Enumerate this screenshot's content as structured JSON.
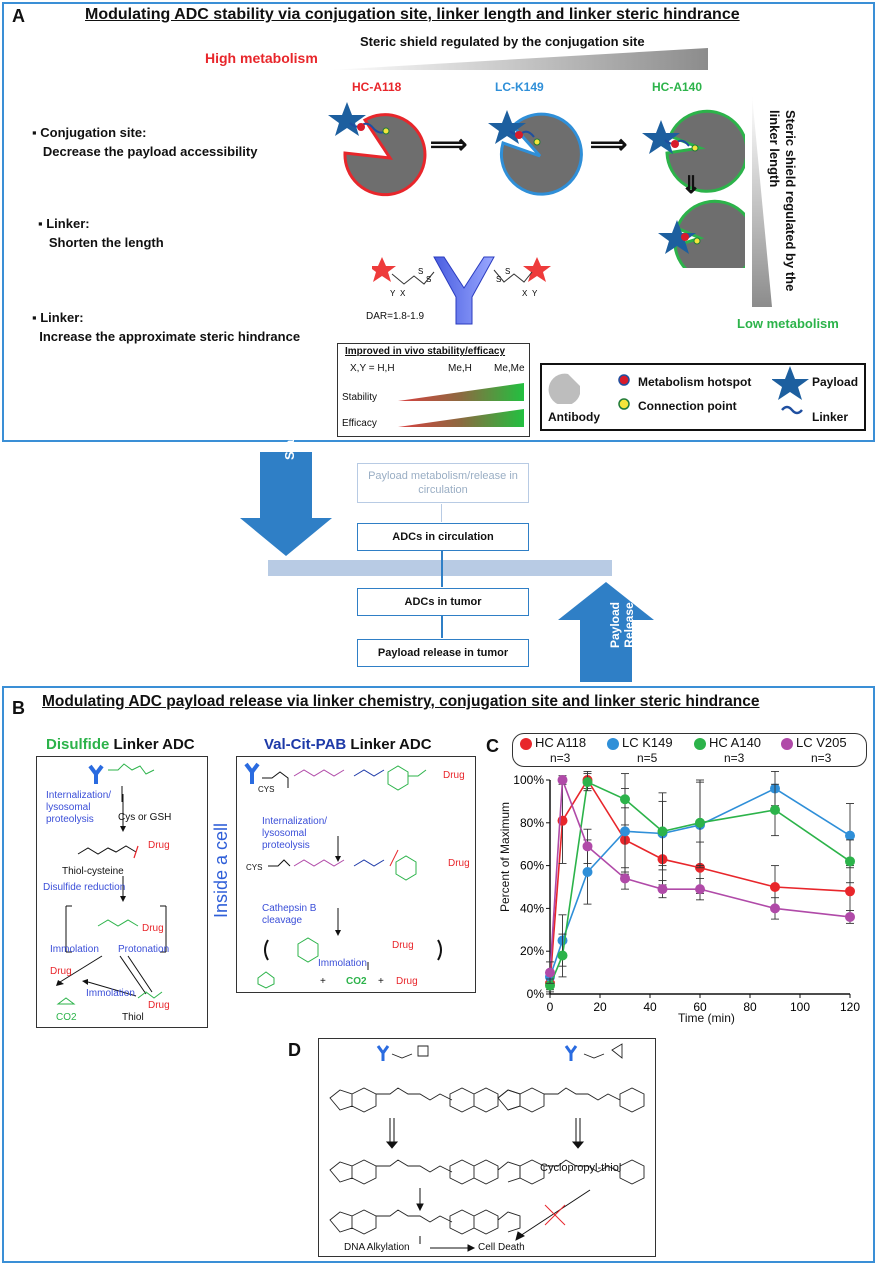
{
  "panel_a": {
    "label": "A",
    "title": "Modulating ADC stability via conjugation site, linker length and linker steric hindrance",
    "steric_site": "Steric shield regulated by the conjugation site",
    "high_metabolism": "High metabolism",
    "low_metabolism": "Low metabolism",
    "site1": "HC-A118",
    "site2": "LC-K149",
    "site3": "HC-A140",
    "bullet1_title": "Conjugation site:",
    "bullet1_text": "Decrease the payload accessibility",
    "bullet2_title": "Linker:",
    "bullet2_text": "Shorten the length",
    "bullet3_title": "Linker:",
    "bullet3_text": "Increase the approximate steric hindrance",
    "steric_linker": "Steric shield regulated by the linker length",
    "dar": "DAR=1.8-1.9",
    "improved_title": "Improved in vivo stability/efficacy",
    "xy_label": "X,Y  =  H,H",
    "mh": "Me,H",
    "mm": "Me,Me",
    "stability": "Stability",
    "efficacy": "Efficacy",
    "legend": {
      "antibody": "Antibody",
      "hotspot": "Metabolism hotspot",
      "connection": "Connection point",
      "payload": "Payload",
      "linker": "Linker"
    }
  },
  "flow": {
    "stability": "Stability",
    "payload_release": "Payload Release",
    "circ_release": "Payload metabolism/release in circulation",
    "in_circulation": "ADCs in circulation",
    "in_tumor": "ADCs in tumor",
    "release_tumor": "Payload release in tumor"
  },
  "panel_b": {
    "label": "B",
    "title": "Modulating ADC payload release via linker chemistry, conjugation site and linker steric hindrance",
    "disulfide_a": "Disulfide",
    "disulfide_b": " Linker ADC",
    "vcp_a": "Val-Cit-PAB",
    "vcp_b": " Linker ADC",
    "inside_cell": "Inside a cell",
    "drug": "Drug",
    "d_intern": "Internalization/ lysosomal proteolysis",
    "d_cys": "Cys or GSH",
    "d_thiolcys": "Thiol-cysteine",
    "d_reduction": "Disulfide reduction",
    "d_immolation": "Immolation",
    "d_protonation": "Protonation",
    "d_immolation2": "Immolation",
    "d_thiol": "Thiol",
    "d_co2": "CO2",
    "v_intern": "Internalization/ lysosomal proteolysis",
    "v_cathepsin": "Cathepsin B cleavage",
    "v_immolation": "Immolation",
    "v_co2": "CO2",
    "v_plus1": "+",
    "v_plus2": "+",
    "v_drug": "Drug",
    "v_cys": "CYS"
  },
  "panel_c": {
    "label": "C",
    "legend_items": [
      {
        "name": "HC A118",
        "n": "n=3",
        "color": "#e8262b"
      },
      {
        "name": "LC K149",
        "n": "n=5",
        "color": "#2f8fd8"
      },
      {
        "name": "HC A140",
        "n": "n=3",
        "color": "#2cb34a"
      },
      {
        "name": "LC V205",
        "n": "n=3",
        "color": "#b04aa8"
      }
    ]
  },
  "panel_d": {
    "label": "D",
    "cyclopropyl": "Cyclopropyl-thiol",
    "dna": "DNA Alkylation",
    "death": "Cell Death"
  },
  "chart_data": {
    "type": "line",
    "xlabel": "Time (min)",
    "ylabel": "Percent of Maximum",
    "xlim": [
      0,
      120
    ],
    "ylim": [
      0,
      100
    ],
    "xticks": [
      "0",
      "20",
      "40",
      "60",
      "80",
      "100",
      "120"
    ],
    "yticks": [
      "0%",
      "20%",
      "40%",
      "60%",
      "80%",
      "100%"
    ],
    "x": [
      0,
      5,
      15,
      30,
      45,
      60,
      90,
      120
    ],
    "series": [
      {
        "name": "HC A118",
        "color": "#e8262b",
        "values": [
          5,
          81,
          100,
          72,
          63,
          59,
          50,
          48
        ],
        "err": [
          3,
          20,
          4,
          15,
          12,
          12,
          10,
          12
        ]
      },
      {
        "name": "LC K149",
        "color": "#2f8fd8",
        "values": [
          8,
          25,
          57,
          76,
          75,
          79,
          96,
          74
        ],
        "err": [
          3,
          12,
          15,
          20,
          15,
          20,
          8,
          15
        ]
      },
      {
        "name": "HC A140",
        "color": "#2cb34a",
        "values": [
          4,
          18,
          99,
          91,
          76,
          80,
          86,
          62
        ],
        "err": [
          3,
          10,
          4,
          12,
          18,
          20,
          12,
          10
        ]
      },
      {
        "name": "LC V205",
        "color": "#b04aa8",
        "values": [
          10,
          100,
          69,
          54,
          49,
          49,
          40,
          36
        ],
        "err": [
          5,
          2,
          8,
          5,
          4,
          5,
          5,
          3
        ]
      }
    ],
    "grid": false,
    "legend_position": "top"
  }
}
